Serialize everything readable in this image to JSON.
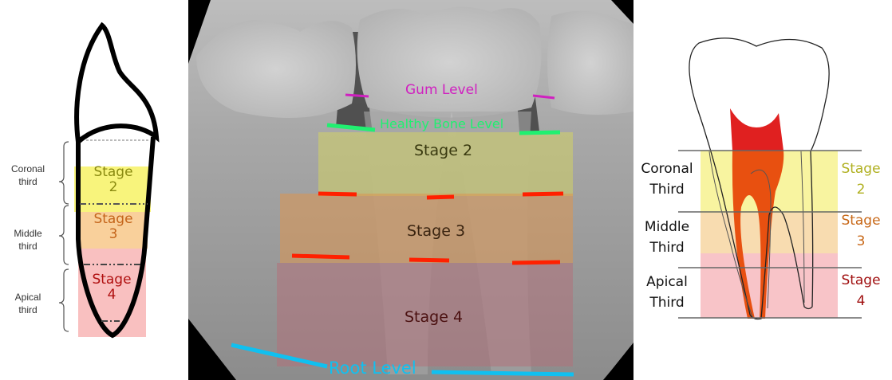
{
  "left_diagram": {
    "thirds": [
      {
        "line1": "Coronal",
        "line2": "third"
      },
      {
        "line1": "Middle",
        "line2": "third"
      },
      {
        "line1": "Apical",
        "line2": "third"
      }
    ],
    "stages": [
      {
        "label": "Stage",
        "num": "2",
        "color": "#8a8a10",
        "fill": "#f5f06a"
      },
      {
        "label": "Stage",
        "num": "3",
        "color": "#c4641a",
        "fill": "#f8c890"
      },
      {
        "label": "Stage",
        "num": "4",
        "color": "#b01010",
        "fill": "#f8b0b0"
      }
    ]
  },
  "xray": {
    "gum_label": "Gum Level",
    "healthy_bone_label": "Healthy Bone Level",
    "root_label": "Root Level",
    "stages": [
      {
        "label": "Stage 2",
        "fill": "#c8c870"
      },
      {
        "label": "Stage 3",
        "fill": "#d09860"
      },
      {
        "label": "Stage 4",
        "fill": "#b07880"
      }
    ],
    "colors": {
      "gum": "#d020c0",
      "healthy_bone": "#20f070",
      "stage_marker": "#ff2000",
      "root": "#10c0f0"
    }
  },
  "right_diagram": {
    "thirds": [
      {
        "line1": "Coronal",
        "line2": "Third"
      },
      {
        "line1": "Middle",
        "line2": "Third"
      },
      {
        "line1": "Apical",
        "line2": "Third"
      }
    ],
    "stages": [
      {
        "label": "Stage",
        "num": "2",
        "color": "#b0b020",
        "fill": "#f8f4a0"
      },
      {
        "label": "Stage",
        "num": "3",
        "color": "#c86818",
        "fill": "#f8d8a8"
      },
      {
        "label": "Stage",
        "num": "4",
        "color": "#a01010",
        "fill": "#f8c0c4"
      }
    ]
  }
}
